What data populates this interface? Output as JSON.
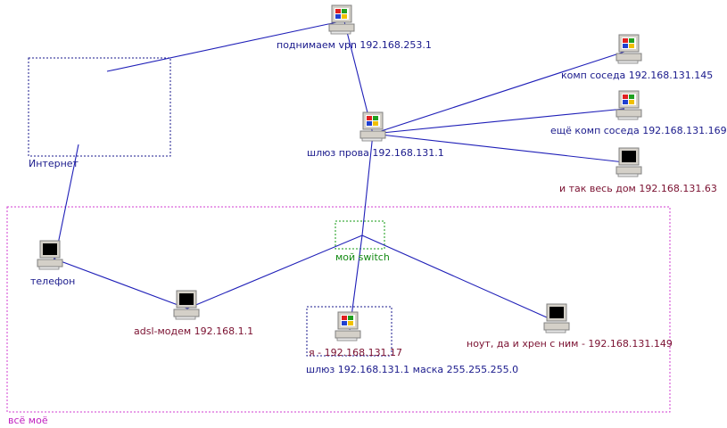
{
  "colors": {
    "link": "#1f1fb8",
    "internet_box": "#1a1a8c",
    "home_box": "#d23cd2",
    "switch_box": "#129a12",
    "my_box": "#1a1a8c"
  },
  "groups": {
    "internet": "Интернет",
    "home": "всё моё",
    "switch": "мой switch"
  },
  "nodes": {
    "vpn": {
      "label": "поднимаем vpn 192.168.253.1",
      "icon": "windows-pc-icon"
    },
    "gateway": {
      "label": "шлюз прова 192.168.131.1",
      "icon": "windows-pc-icon"
    },
    "neighbor1": {
      "label": "комп соседа 192.168.131.145",
      "icon": "windows-pc-icon"
    },
    "neighbor2": {
      "label": "ещё комп соседа 192.168.131.169",
      "icon": "windows-pc-icon"
    },
    "building": {
      "label": "и так весь дом 192.168.131.63",
      "icon": "computer-icon"
    },
    "phone": {
      "label": "телефон",
      "icon": "computer-icon"
    },
    "modem": {
      "label": "adsl-модем 192.168.1.1",
      "icon": "computer-icon"
    },
    "me": {
      "label": "я - 192.168.131.17",
      "sublabel": "шлюз 192.168.131.1 маска 255.255.255.0",
      "icon": "windows-pc-icon"
    },
    "laptop": {
      "label": "ноут, да и хрен с ним - 192.168.131.149",
      "icon": "computer-icon"
    }
  }
}
